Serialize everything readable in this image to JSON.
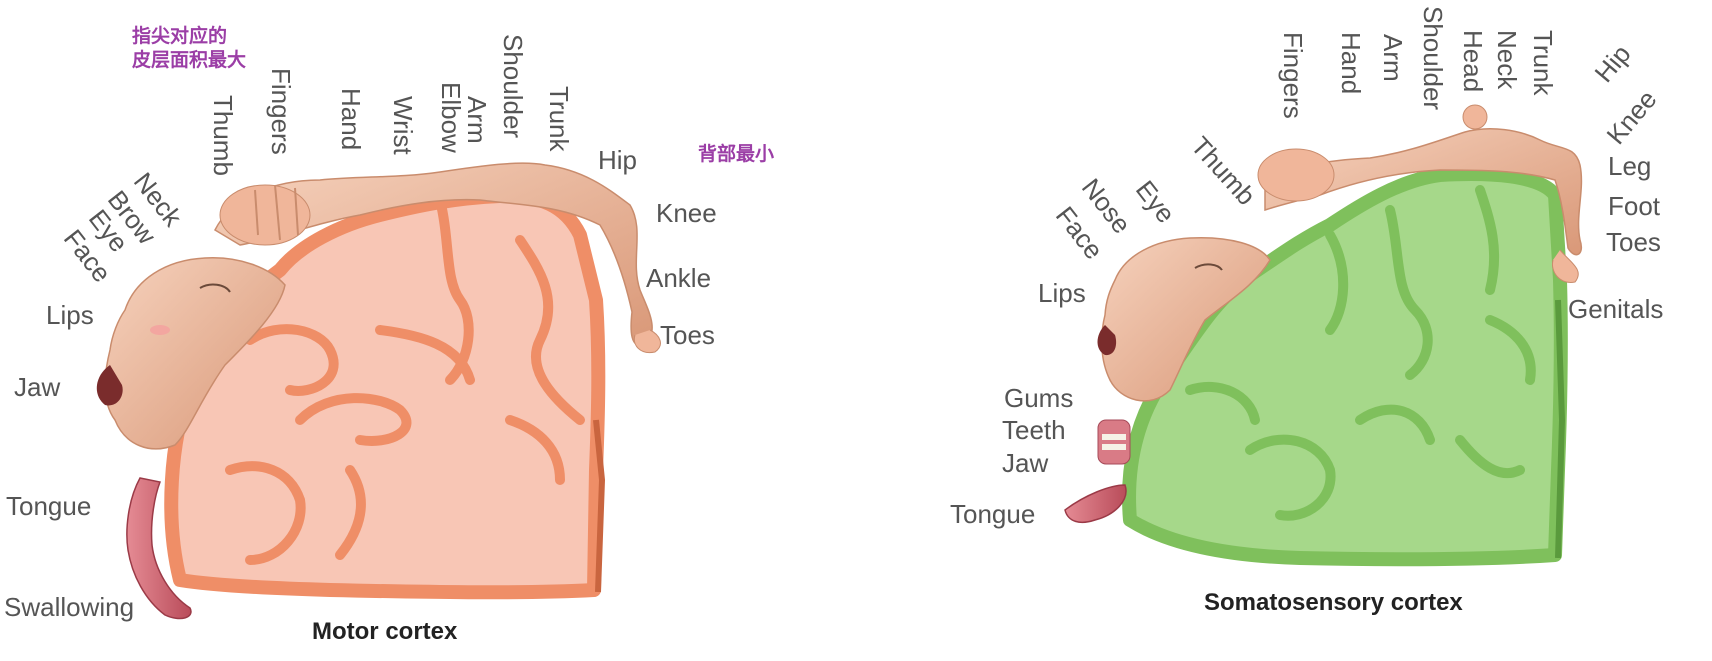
{
  "annotations": {
    "fingertips": [
      "指尖对应的",
      "皮层面积最大"
    ],
    "back": "背部最小"
  },
  "motor": {
    "caption": "Motor cortex",
    "labels": {
      "face": "Face",
      "eye": "Eye",
      "brow": "Brow",
      "neck": "Neck",
      "thumb": "Thumb",
      "fingers": "Fingers",
      "hand": "Hand",
      "wrist": "Wrist",
      "elbow": "Elbow",
      "arm": "Arm",
      "shoulder": "Shoulder",
      "trunk": "Trunk",
      "hip": "Hip",
      "knee": "Knee",
      "ankle": "Ankle",
      "toes": "Toes",
      "lips": "Lips",
      "jaw": "Jaw",
      "tongue": "Tongue",
      "swallowing": "Swallowing"
    },
    "colors": {
      "fill": "#f8c6b5",
      "outline": "#ef8e67"
    }
  },
  "somatosensory": {
    "caption": "Somatosensory cortex",
    "labels": {
      "face": "Face",
      "nose": "Nose",
      "eye": "Eye",
      "thumb": "Thumb",
      "fingers": "Fingers",
      "hand": "Hand",
      "arm": "Arm",
      "shoulder": "Shoulder",
      "head": "Head",
      "neck": "Neck",
      "trunk": "Trunk",
      "hip": "Hip",
      "knee": "Knee",
      "leg": "Leg",
      "foot": "Foot",
      "toes": "Toes",
      "genitals": "Genitals",
      "lips": "Lips",
      "gums": "Gums",
      "teeth": "Teeth",
      "jaw": "Jaw",
      "tongue": "Tongue"
    },
    "colors": {
      "fill": "#a6d88a",
      "outline": "#7fc05c"
    }
  }
}
